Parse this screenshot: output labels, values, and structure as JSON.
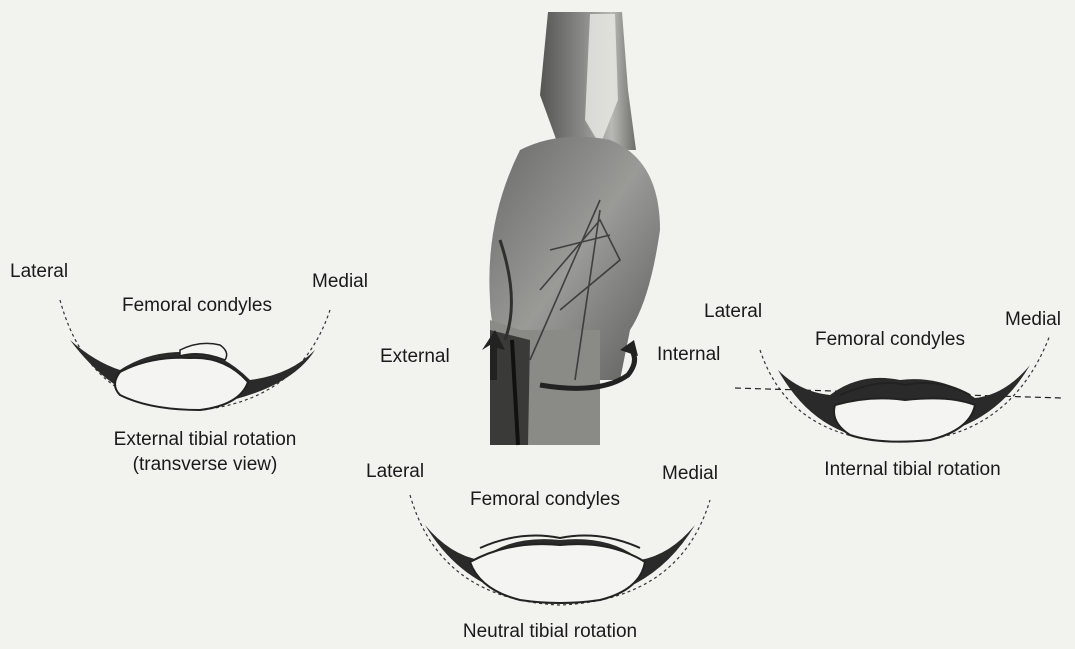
{
  "left_panel": {
    "lateral": "Lateral",
    "medial": "Medial",
    "condyles": "Femoral condyles",
    "caption_line1": "External tibial rotation",
    "caption_line2": "(transverse view)"
  },
  "center_panel": {
    "external": "External",
    "internal": "Internal"
  },
  "bottom_panel": {
    "lateral": "Lateral",
    "medial": "Medial",
    "condyles": "Femoral condyles",
    "caption": "Neutral tibial rotation"
  },
  "right_panel": {
    "lateral": "Lateral",
    "medial": "Medial",
    "condyles": "Femoral condyles",
    "caption": "Internal tibial rotation"
  }
}
